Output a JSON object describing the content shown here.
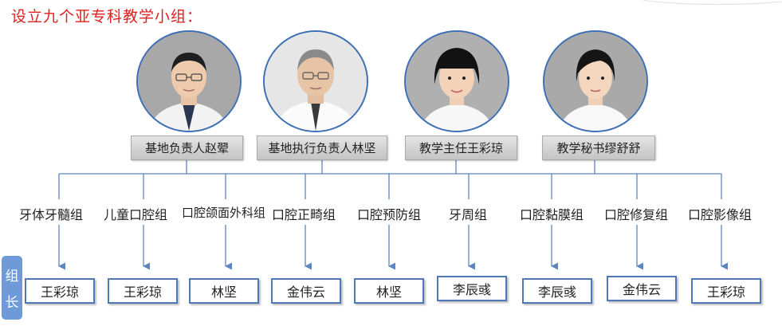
{
  "heading": "设立九个亚专科教学小组：",
  "people": [
    {
      "title": "基地负责人赵翚"
    },
    {
      "title": "基地执行负责人林坚"
    },
    {
      "title": "教学主任王彩琼"
    },
    {
      "title": "教学秘书缪舒舒"
    }
  ],
  "groups": [
    {
      "name": "牙体牙髓组",
      "leader": "王彩琼"
    },
    {
      "name": "儿童口腔组",
      "leader": "王彩琼"
    },
    {
      "name": "口腔颌面外科组",
      "leader": "林坚"
    },
    {
      "name": "口腔正畸组",
      "leader": "金伟云"
    },
    {
      "name": "口腔预防组",
      "leader": "林坚"
    },
    {
      "name": "牙周组",
      "leader": "李辰彧"
    },
    {
      "name": "口腔黏膜组",
      "leader": "李辰彧"
    },
    {
      "name": "口腔修复组",
      "leader": "金伟云"
    },
    {
      "name": "口腔影像组",
      "leader": "王彩琼"
    }
  ],
  "side_label": [
    "组",
    "长"
  ],
  "colors": {
    "heading": "#e02020",
    "connector": "#5b85c0",
    "leader_border": "#4f78b8",
    "side_tab": "#6e9bd8"
  }
}
